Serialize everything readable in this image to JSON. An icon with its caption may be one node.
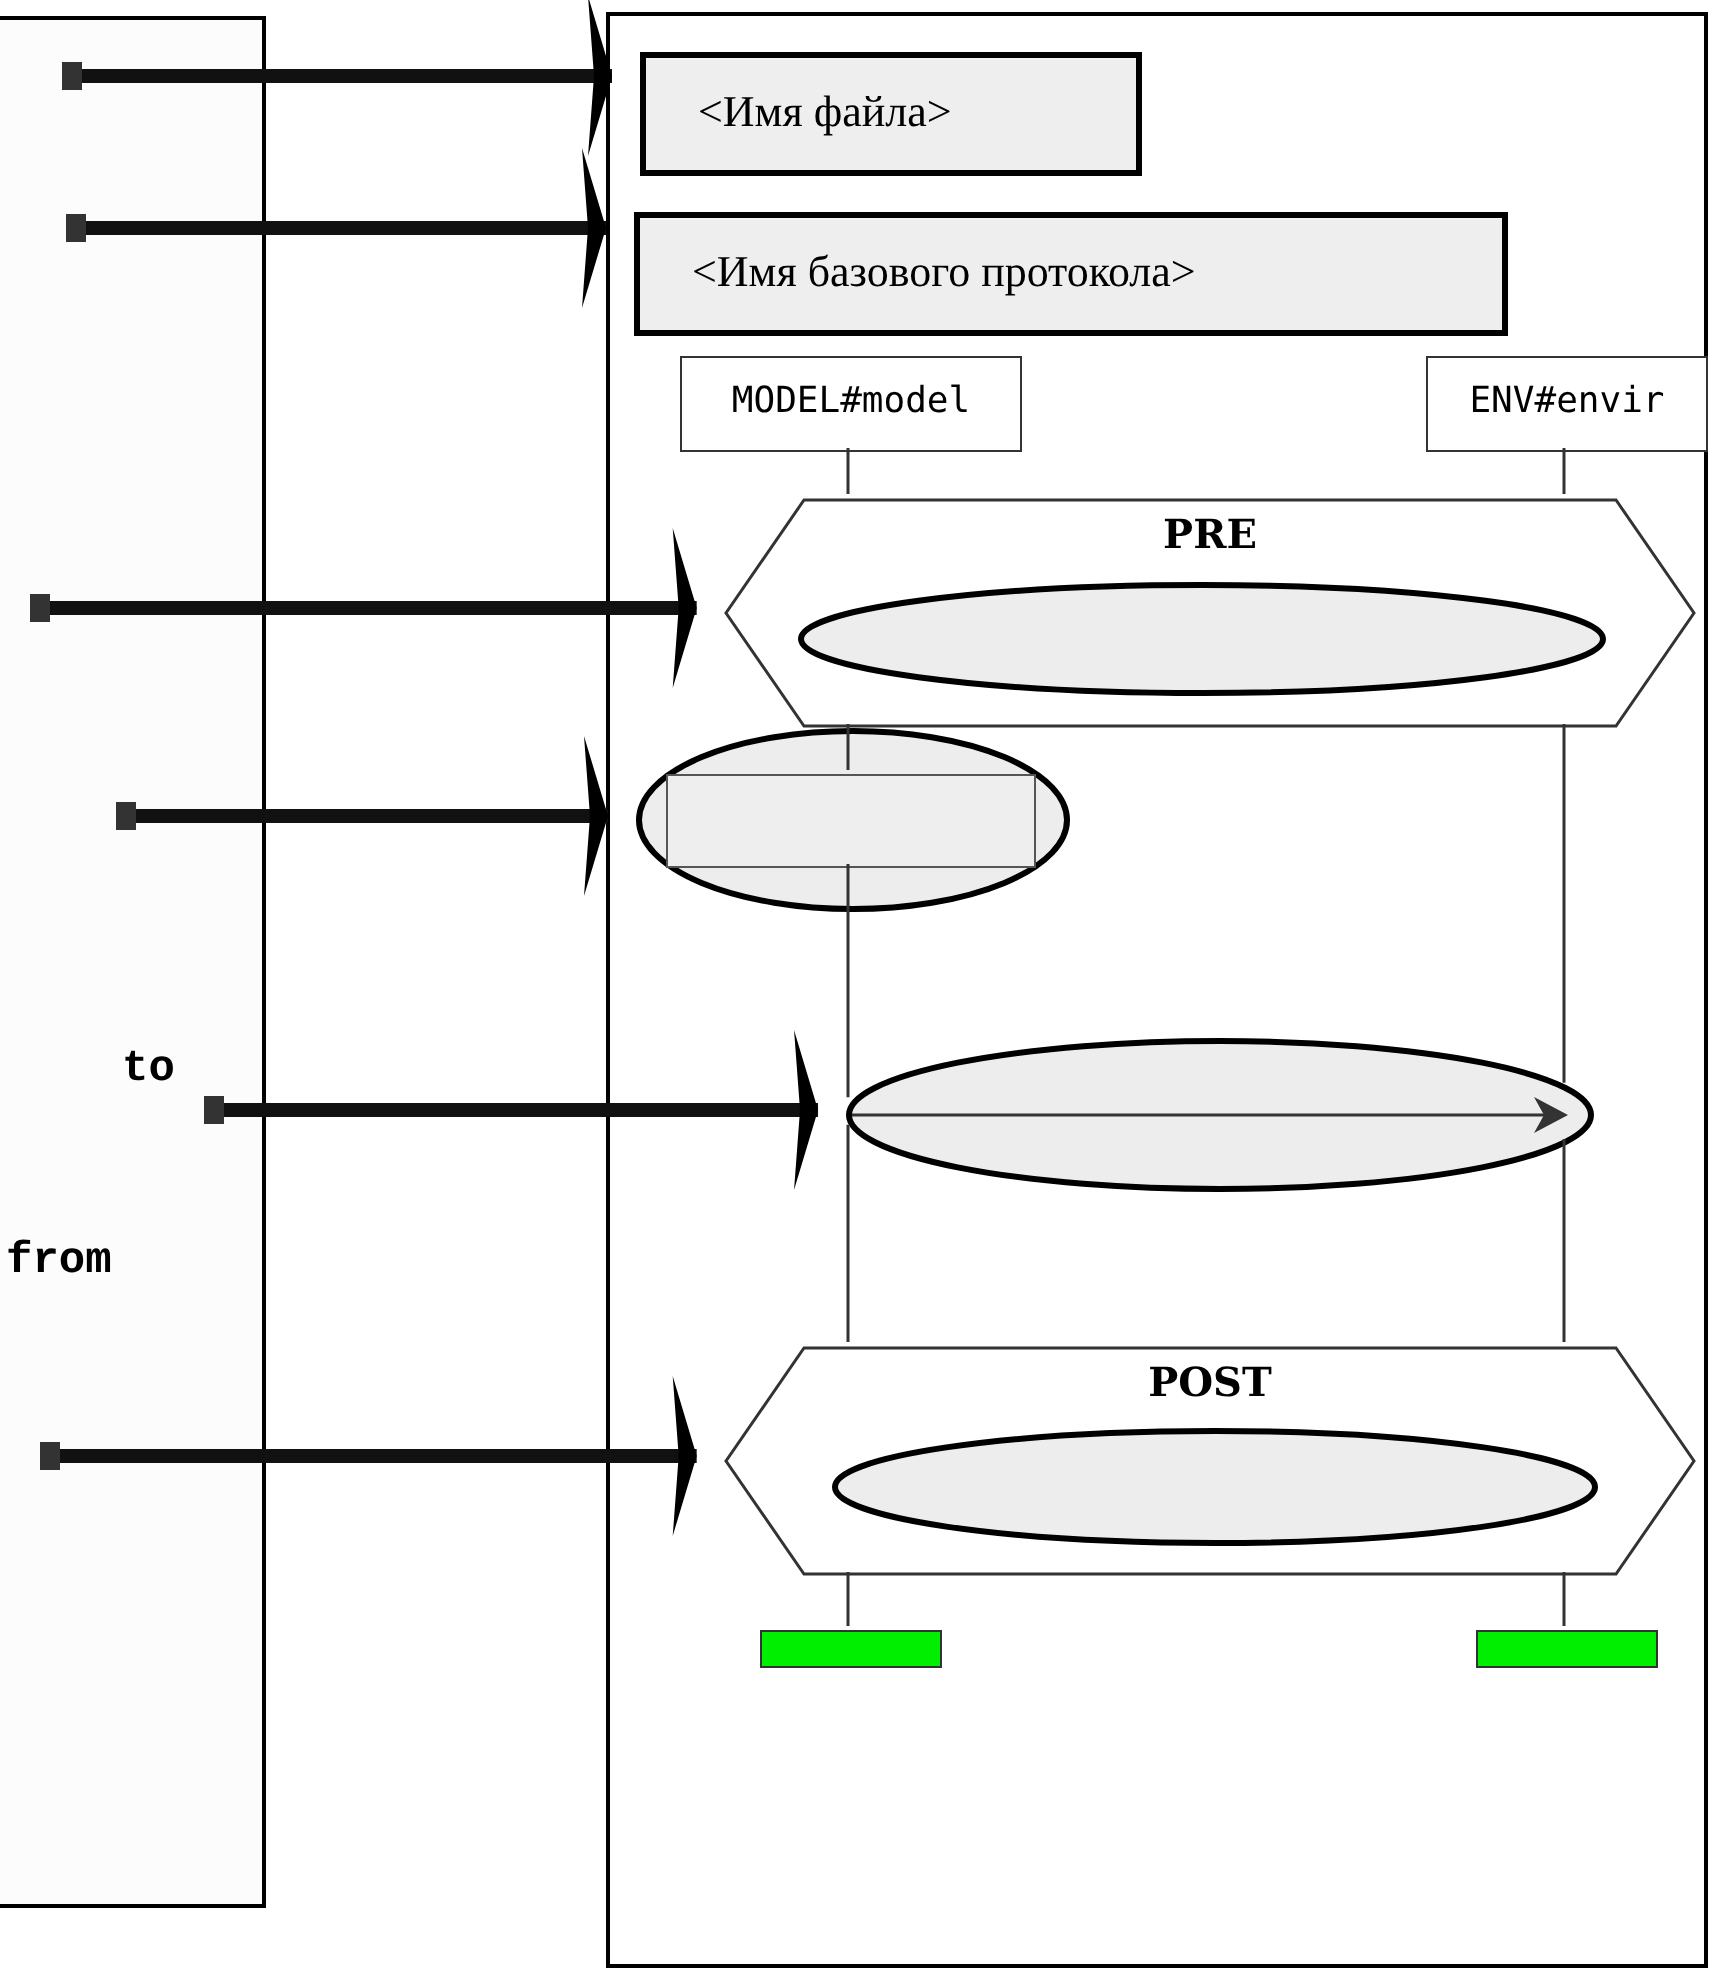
{
  "diagram": {
    "nodes": [
      {
        "text": [
          "to",
          "from"
        ]
      },
      {
        "text": [],
        "shape": "box"
      },
      {
        "text": [
          "<Имя файла>"
        ],
        "in": 1
      },
      {
        "text": [
          "<Имя базового протокола>"
        ],
        "in": 1
      },
      {
        "text": [
          "MODEL#model"
        ],
        "in": 1
      },
      {
        "text": [
          "ENV#envir"
        ],
        "in": 1
      },
      {
        "text": [
          "PRE"
        ],
        "in": 1
      },
      {
        "text": [],
        "shape": "ellipse",
        "in": 6
      },
      {
        "text": [],
        "shape": "ellipse",
        "in": 1
      },
      {
        "text": [],
        "shape": "box",
        "in": 8
      },
      {
        "text": [],
        "shape": "ellipse",
        "in": 1
      },
      {
        "text": [
          "POST"
        ],
        "in": 1
      },
      {
        "text": [],
        "shape": "ellipse",
        "in": 11
      },
      {
        "text": [],
        "shape": "bar",
        "in": 1
      },
      {
        "text": [],
        "shape": "bar",
        "in": 1
      }
    ],
    "edges": [
      {
        "from": 0,
        "to": 2,
        "arrow": "to",
        "style": "thick"
      },
      {
        "from": 0,
        "to": 3,
        "arrow": "to",
        "style": "thick"
      },
      {
        "from": 0,
        "to": 6,
        "arrow": "to",
        "style": "thick"
      },
      {
        "from": 0,
        "to": 8,
        "arrow": "to",
        "style": "thick"
      },
      {
        "from": 0,
        "to": 10,
        "arrow": "to",
        "style": "thick"
      },
      {
        "from": 0,
        "to": 11,
        "arrow": "to",
        "style": "thick"
      },
      {
        "from": 4,
        "to": 6,
        "arrow": "none"
      },
      {
        "from": 6,
        "to": 9,
        "arrow": "none"
      },
      {
        "from": 9,
        "to": 10,
        "arrow": "none"
      },
      {
        "from": 10,
        "to": 11,
        "arrow": "none"
      },
      {
        "from": 11,
        "to": 13,
        "arrow": "none"
      },
      {
        "from": 5,
        "to": 6,
        "arrow": "none"
      },
      {
        "from": 6,
        "to": 10,
        "arrow": "none"
      },
      {
        "from": 10,
        "to": 11,
        "arrow": "none"
      },
      {
        "from": 11,
        "to": 14,
        "arrow": "none"
      }
    ]
  }
}
